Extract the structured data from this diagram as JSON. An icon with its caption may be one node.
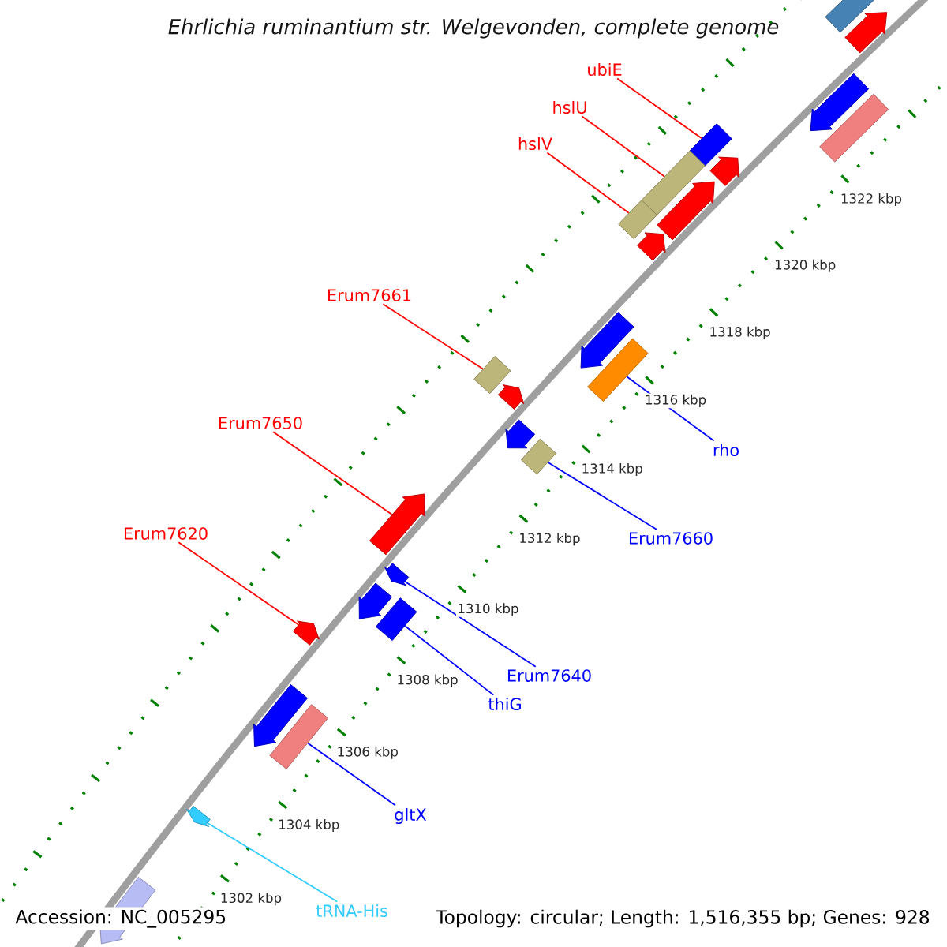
{
  "diagram": {
    "title": "Ehrlichia ruminantium str. Welgevonden, complete genome",
    "nodes": [
      {
        "text": [
          "ubiE"
        ]
      },
      {
        "text": [],
        "shape": "box"
      },
      {
        "text": [
          "hslU"
        ]
      },
      {
        "text": [],
        "shape": "box"
      },
      {
        "text": [
          "hslV"
        ]
      },
      {
        "text": [],
        "shape": "box"
      },
      {
        "text": [
          "Erum7661"
        ]
      },
      {
        "text": [],
        "shape": "box"
      },
      {
        "text": [
          "Erum7650"
        ]
      },
      {
        "text": [],
        "shape": "arrow"
      },
      {
        "text": [
          "Erum7620"
        ]
      },
      {
        "text": [],
        "shape": "arrow"
      },
      {
        "text": [
          "rho"
        ]
      },
      {
        "text": [],
        "shape": "box"
      },
      {
        "text": [
          "Erum7660"
        ]
      },
      {
        "text": [],
        "shape": "box"
      },
      {
        "text": [
          "Erum7640"
        ]
      },
      {
        "text": [],
        "shape": "arrow"
      },
      {
        "text": [
          "thiG"
        ]
      },
      {
        "text": [],
        "shape": "box"
      },
      {
        "text": [
          "gltX"
        ]
      },
      {
        "text": [],
        "shape": "box"
      },
      {
        "text": [
          "tRNA-His"
        ]
      },
      {
        "text": [],
        "shape": "arrow"
      },
      {
        "text": [],
        "shape": "box"
      },
      {
        "text": [],
        "shape": "arrow"
      },
      {
        "text": [],
        "shape": "arrow"
      },
      {
        "text": [],
        "shape": "box"
      },
      {
        "text": [],
        "shape": "arrow"
      },
      {
        "text": [],
        "shape": "arrow"
      },
      {
        "text": [],
        "shape": "arrow"
      },
      {
        "text": [],
        "shape": "arrow"
      },
      {
        "text": [],
        "shape": "arrow"
      },
      {
        "text": [],
        "shape": "arrow"
      },
      {
        "text": [],
        "shape": "arrow"
      },
      {
        "text": [],
        "shape": "arrow"
      },
      {
        "text": [],
        "shape": "arrow"
      }
    ],
    "edges": [
      {
        "from": 0,
        "to": 1,
        "arrow": "none",
        "color": "#ff0000"
      },
      {
        "from": 2,
        "to": 3,
        "arrow": "none",
        "color": "#ff0000"
      },
      {
        "from": 4,
        "to": 5,
        "arrow": "none",
        "color": "#ff0000"
      },
      {
        "from": 6,
        "to": 7,
        "arrow": "none",
        "color": "#ff0000"
      },
      {
        "from": 8,
        "to": 9,
        "arrow": "none",
        "color": "#ff0000"
      },
      {
        "from": 10,
        "to": 11,
        "arrow": "none",
        "color": "#ff0000"
      },
      {
        "from": 12,
        "to": 13,
        "arrow": "none",
        "color": "#0000ff"
      },
      {
        "from": 14,
        "to": 15,
        "arrow": "none",
        "color": "#0000ff"
      },
      {
        "from": 16,
        "to": 17,
        "arrow": "none",
        "color": "#0000ff"
      },
      {
        "from": 18,
        "to": 19,
        "arrow": "none",
        "color": "#0000ff"
      },
      {
        "from": 20,
        "to": 21,
        "arrow": "none",
        "color": "#0000ff"
      },
      {
        "from": 22,
        "to": 23,
        "arrow": "none",
        "color": "#33ccff"
      }
    ],
    "labels": [
      "1322 kbp",
      "1320 kbp",
      "1318 kbp",
      "1316 kbp",
      "1314 kbp",
      "1312 kbp",
      "1310 kbp",
      "1308 kbp",
      "1306 kbp",
      "1304 kbp",
      "1302 kbp",
      "Accession: NC_005295",
      "Topology: circular; Length: 1,516,355 bp; Genes: 928"
    ]
  }
}
